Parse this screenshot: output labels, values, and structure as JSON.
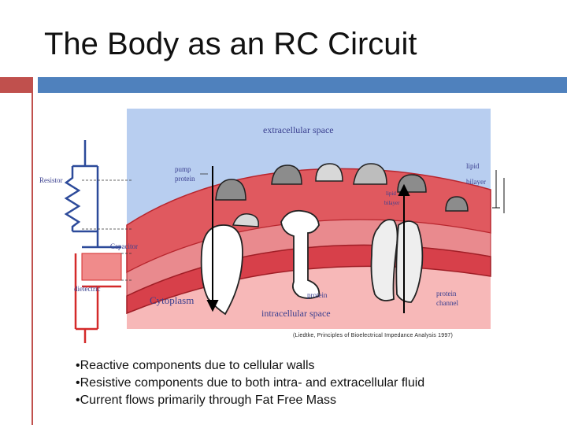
{
  "slide": {
    "title": "The Body as an RC Circuit",
    "caption": "(Liedtke, Principles of Bioelectrical Impedance Analysis 1997)",
    "bullets": [
      "•Reactive components due to cellular walls",
      "•Resistive components due to both intra- and extracellular fluid",
      "•Current flows primarily through Fat Free Mass"
    ]
  },
  "diagram": {
    "labels": {
      "extracellular": "extracellular space",
      "pump_protein_1": "pump",
      "pump_protein_2": "protein",
      "lipid_bilayer_1": "lipid",
      "lipid_bilayer_2": "bilayer",
      "lipid_bilayer_inner_1": "lipid",
      "lipid_bilayer_inner_2": "bilayer",
      "resistor": "Resistor",
      "capacitor": "Capacitor",
      "dielectric": "dielectric",
      "cytoplasm": "Cytoplasm",
      "intracellular": "intracellular space",
      "protein": "protein",
      "protein_channel_1": "protein",
      "protein_channel_2": "channel"
    },
    "colors": {
      "extracellular_bg": "#b8cef0",
      "intracellular_bg": "#f7b8b8",
      "membrane": "#e0595f",
      "membrane_dark": "#b8262e",
      "circuit_blue": "#2c4a9a",
      "circuit_red": "#d42a2a",
      "protein_gray": "#8c8c8c"
    }
  }
}
